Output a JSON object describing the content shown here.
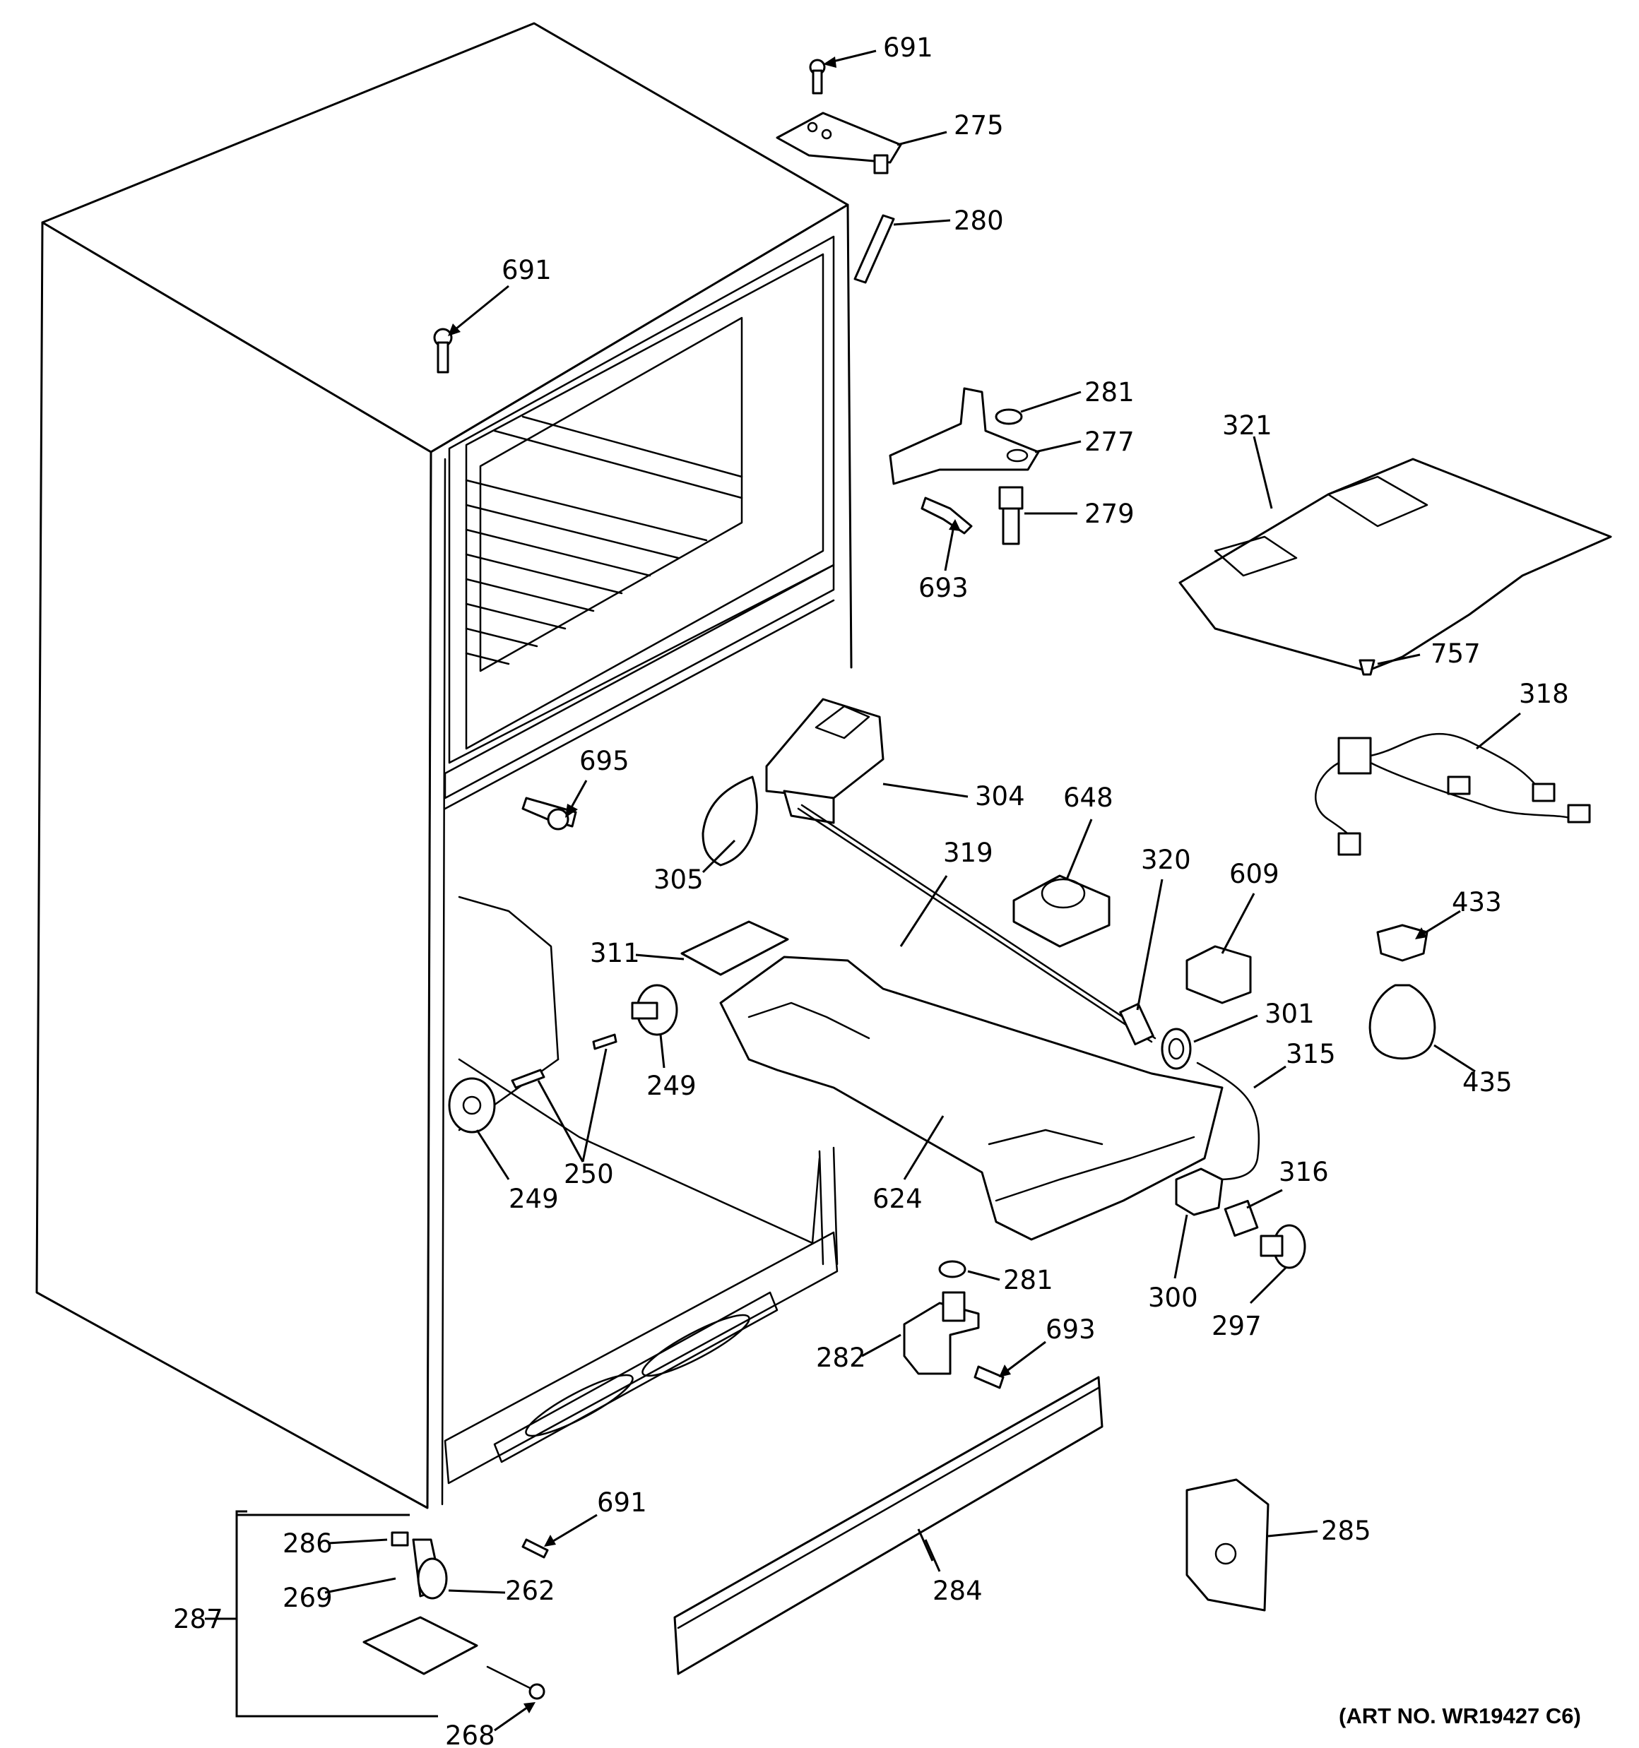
{
  "diagram": {
    "art_number": "(ART NO. WR19427 C6)",
    "callouts": [
      {
        "id": "c691a",
        "text": "691"
      },
      {
        "id": "c275",
        "text": "275"
      },
      {
        "id": "c280",
        "text": "280"
      },
      {
        "id": "c691b",
        "text": "691"
      },
      {
        "id": "c281a",
        "text": "281"
      },
      {
        "id": "c277",
        "text": "277"
      },
      {
        "id": "c279",
        "text": "279"
      },
      {
        "id": "c693a",
        "text": "693"
      },
      {
        "id": "c321",
        "text": "321"
      },
      {
        "id": "c757",
        "text": "757"
      },
      {
        "id": "c318",
        "text": "318"
      },
      {
        "id": "c695",
        "text": "695"
      },
      {
        "id": "c304",
        "text": "304"
      },
      {
        "id": "c648",
        "text": "648"
      },
      {
        "id": "c305",
        "text": "305"
      },
      {
        "id": "c319",
        "text": "319"
      },
      {
        "id": "c320",
        "text": "320"
      },
      {
        "id": "c609",
        "text": "609"
      },
      {
        "id": "c433",
        "text": "433"
      },
      {
        "id": "c311",
        "text": "311"
      },
      {
        "id": "c301",
        "text": "301"
      },
      {
        "id": "c315",
        "text": "315"
      },
      {
        "id": "c435",
        "text": "435"
      },
      {
        "id": "c249a",
        "text": "249"
      },
      {
        "id": "c250",
        "text": "250"
      },
      {
        "id": "c249b",
        "text": "249"
      },
      {
        "id": "c624",
        "text": "624"
      },
      {
        "id": "c316",
        "text": "316"
      },
      {
        "id": "c281b",
        "text": "281"
      },
      {
        "id": "c300",
        "text": "300"
      },
      {
        "id": "c297",
        "text": "297"
      },
      {
        "id": "c693b",
        "text": "693"
      },
      {
        "id": "c282",
        "text": "282"
      },
      {
        "id": "c285",
        "text": "285"
      },
      {
        "id": "c691c",
        "text": "691"
      },
      {
        "id": "c286",
        "text": "286"
      },
      {
        "id": "c269",
        "text": "269"
      },
      {
        "id": "c262",
        "text": "262"
      },
      {
        "id": "c287",
        "text": "287"
      },
      {
        "id": "c284",
        "text": "284"
      },
      {
        "id": "c268",
        "text": "268"
      }
    ]
  }
}
